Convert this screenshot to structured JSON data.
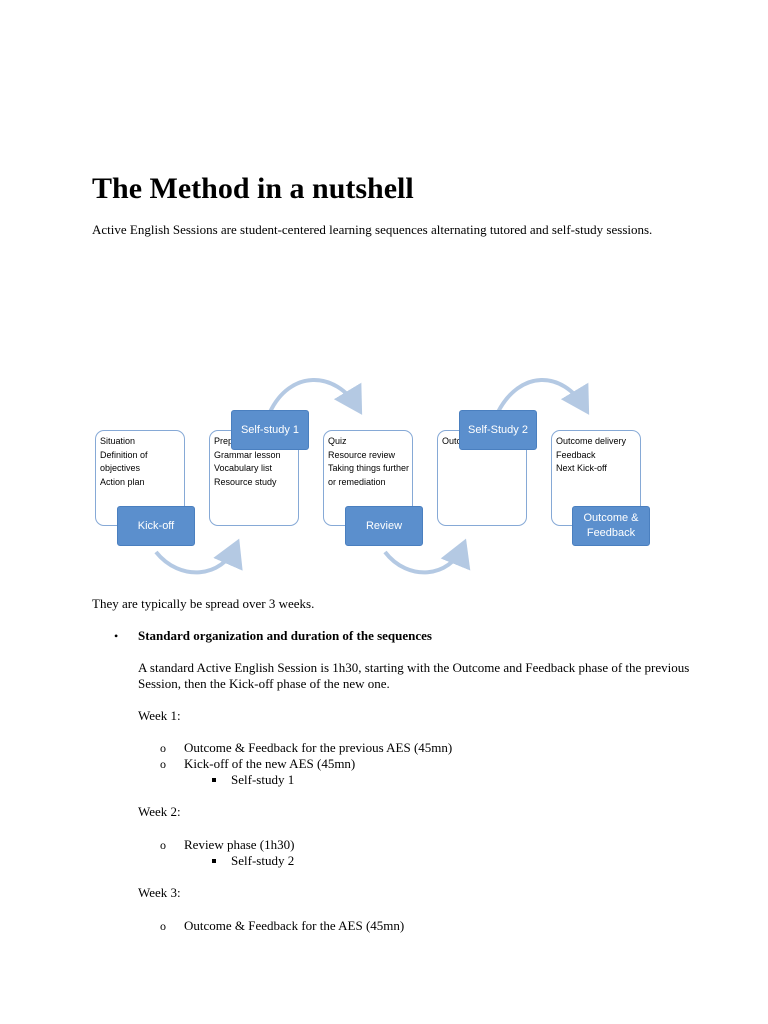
{
  "title": "The Method in a nutshell",
  "intro": "Active English Sessions are student-centered learning sequences alternating tutored and self-study sessions.",
  "diagram": {
    "phases": [
      {
        "label": "Kick-off",
        "items": [
          "Situation",
          "Definition of",
          "objectives",
          "Action plan"
        ]
      },
      {
        "label": "Self-study 1",
        "items": [
          "Prep",
          "Grammar lesson",
          "Vocabulary list",
          "Resource study"
        ]
      },
      {
        "label": "Review",
        "items": [
          "Quiz",
          "Resource review",
          "Taking things further",
          "or remediation"
        ]
      },
      {
        "label": "Self-Study 2",
        "items": [
          "Outc"
        ]
      },
      {
        "label": "Outcome & Feedback",
        "items": [
          "Outcome delivery",
          "Feedback",
          "Next Kick-off"
        ]
      }
    ],
    "colors": {
      "pill": "#5b8fcd",
      "border": "#86a9d6",
      "arrow": "#b4c9e3"
    }
  },
  "spread_text": "They are typically be spread over 3 weeks.",
  "section": {
    "title": "Standard organization and duration of the sequences",
    "paragraph": "A standard Active English Session is 1h30, starting with the Outcome and Feedback phase of the previous Session, then the Kick-off phase of the new one.",
    "weeks": [
      {
        "label": "Week 1:",
        "items": [
          {
            "text": "Outcome & Feedback for the previous AES (45mn)",
            "sub": []
          },
          {
            "text": "Kick-off of the new AES (45mn)",
            "sub": [
              "Self-study 1"
            ]
          }
        ]
      },
      {
        "label": "Week 2:",
        "items": [
          {
            "text": "Review phase (1h30)",
            "sub": [
              "Self-study 2"
            ]
          }
        ]
      },
      {
        "label": "Week 3:",
        "items": [
          {
            "text": "Outcome & Feedback for the AES (45mn)",
            "sub": []
          }
        ]
      }
    ]
  }
}
